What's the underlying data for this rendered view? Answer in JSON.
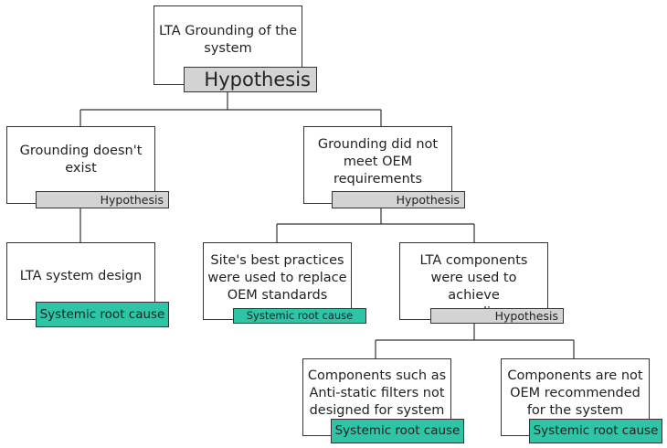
{
  "colors": {
    "hypothesis": "#d3d3d3",
    "systemic_root_cause": "#2ec4a6",
    "line": "#333333"
  },
  "nodes": {
    "root": {
      "text": "LTA Grounding of the\nsystem",
      "tag": "Hypothesis"
    },
    "gde": {
      "text": "Grounding doesn't\nexist",
      "tag": "Hypothesis"
    },
    "gdn": {
      "text": "Grounding did not\nmeet OEM\nrequirements",
      "tag": "Hypothesis"
    },
    "lta_sys": {
      "text": "LTA system design",
      "tag": "Systemic root cause"
    },
    "site": {
      "text": "Site's best practices\nwere used to replace\nOEM standards",
      "tag": "Systemic root cause"
    },
    "lta_comp": {
      "text": "LTA components\nwere used to achieve\ngrounding",
      "tag": "Hypothesis"
    },
    "comp_such": {
      "text": "Components such as\nAnti-static filters not\ndesigned for system",
      "tag": "Systemic root cause"
    },
    "comp_not": {
      "text": "Components are not\nOEM recommended\nfor the system",
      "tag": "Systemic root cause"
    }
  }
}
